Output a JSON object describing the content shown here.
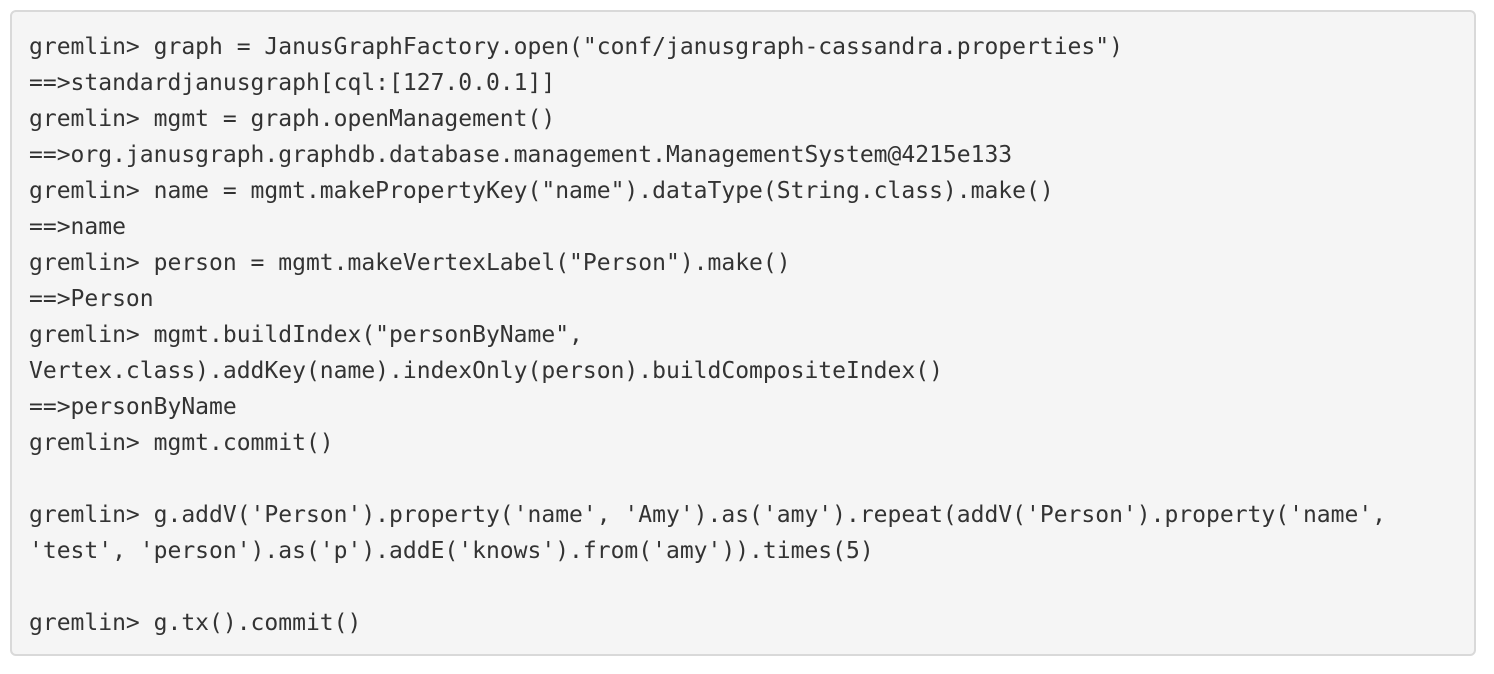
{
  "code_block": {
    "lines": [
      "gremlin> graph = JanusGraphFactory.open(\"conf/janusgraph-cassandra.properties\")",
      "==>standardjanusgraph[cql:[127.0.0.1]]",
      "gremlin> mgmt = graph.openManagement()",
      "==>org.janusgraph.graphdb.database.management.ManagementSystem@4215e133",
      "gremlin> name = mgmt.makePropertyKey(\"name\").dataType(String.class).make()",
      "==>name",
      "gremlin> person = mgmt.makeVertexLabel(\"Person\").make()",
      "==>Person",
      "gremlin> mgmt.buildIndex(\"personByName\",",
      "Vertex.class).addKey(name).indexOnly(person).buildCompositeIndex()",
      "==>personByName",
      "gremlin> mgmt.commit()",
      "",
      "gremlin> g.addV('Person').property('name', 'Amy').as('amy').repeat(addV('Person').property('name',",
      "'test', 'person').as('p').addE('knows').from('amy')).times(5)",
      "",
      "gremlin> g.tx().commit()"
    ]
  }
}
